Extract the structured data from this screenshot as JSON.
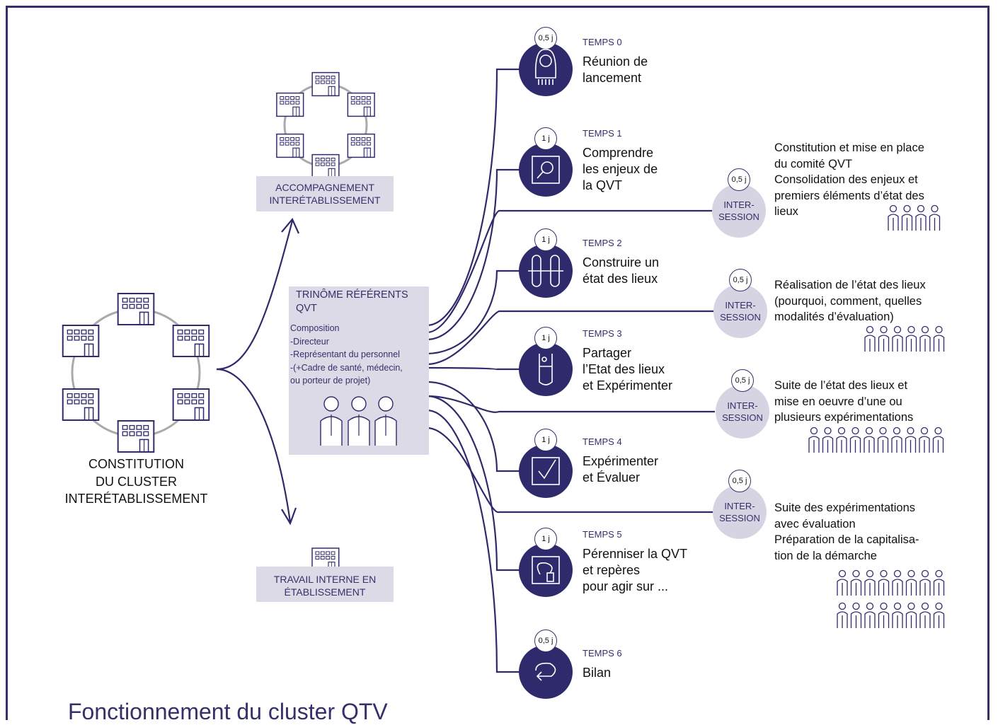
{
  "cluster": {
    "label_lines": [
      "CONSTITUTION",
      "DU CLUSTER",
      "INTERÉTABLISSEMENT"
    ]
  },
  "accompagnement": {
    "lines": [
      "ACCOMPAGNEMENT",
      "INTERÉTABLISSEMENT"
    ]
  },
  "travail_interne": {
    "lines": [
      "TRAVAIL INTERNE EN",
      "ÉTABLISSEMENT"
    ]
  },
  "trinome": {
    "title_lines": [
      "TRINÔME RÉFÉRENTS",
      "QVT"
    ],
    "composition_lines": [
      "Composition",
      "-Directeur",
      "-Représentant du personnel",
      "-(+Cadre de santé, médecin,",
      "ou porteur de projet)"
    ]
  },
  "temps": [
    {
      "label": "TEMPS 0",
      "duration": "0,5 j",
      "icon": "person-hood-icon",
      "title_lines": [
        "Réunion de",
        "lancement"
      ]
    },
    {
      "label": "TEMPS 1",
      "duration": "1 j",
      "icon": "magnifier-icon",
      "title_lines": [
        "Comprendre",
        "les enjeux de",
        "la QVT"
      ]
    },
    {
      "label": "TEMPS 2",
      "duration": "1 j",
      "icon": "scrolls-icon",
      "title_lines": [
        "Construire un",
        "état des lieux"
      ]
    },
    {
      "label": "TEMPS 3",
      "duration": "1 j",
      "icon": "test-tube-icon",
      "title_lines": [
        "Partager",
        "l’Etat des lieux",
        "et Expérimenter"
      ]
    },
    {
      "label": "TEMPS 4",
      "duration": "1 j",
      "icon": "checkmark-icon",
      "title_lines": [
        "Expérimenter",
        "et Évaluer"
      ]
    },
    {
      "label": "TEMPS 5",
      "duration": "1 j",
      "icon": "cycle-icon",
      "title_lines": [
        "Pérenniser la QVT",
        "et repères",
        "pour agir sur ..."
      ]
    },
    {
      "label": "TEMPS 6",
      "duration": "0,5 j",
      "icon": "return-arrow-icon",
      "title_lines": [
        "Bilan"
      ]
    }
  ],
  "intersessions": [
    {
      "label_lines": [
        "INTER-",
        "SESSION"
      ],
      "duration": "0,5 j",
      "people_count": 4,
      "desc_lines": [
        "Constitution et mise en place",
        "du comité QVT",
        "Consolidation des enjeux et",
        "premiers éléments d’état des",
        "lieux"
      ]
    },
    {
      "label_lines": [
        "INTER-",
        "SESSION"
      ],
      "duration": "0,5 j",
      "people_count": 6,
      "desc_lines": [
        "Réalisation de l’état des lieux",
        "(pourquoi, comment, quelles",
        "modalités d’évaluation)"
      ]
    },
    {
      "label_lines": [
        "INTER-",
        "SESSION"
      ],
      "duration": "0,5 j",
      "people_count": 10,
      "desc_lines": [
        "Suite de l’état des lieux et",
        "mise en oeuvre d’une ou",
        "plusieurs expérimentations"
      ]
    },
    {
      "label_lines": [
        "INTER-",
        "SESSION"
      ],
      "duration": "0,5 j",
      "people_count": 16,
      "desc_lines": [
        "Suite des expérimentations",
        "avec évaluation",
        "Préparation de la capitalisa-",
        "tion de la démarche"
      ]
    }
  ],
  "footer_title": "Fonctionnement du cluster QTV",
  "colors": {
    "primary": "#2f2a6b",
    "box_fill": "#dcdae6",
    "intersession_fill": "#d6d4e3",
    "ring": "#aaaaaa"
  }
}
